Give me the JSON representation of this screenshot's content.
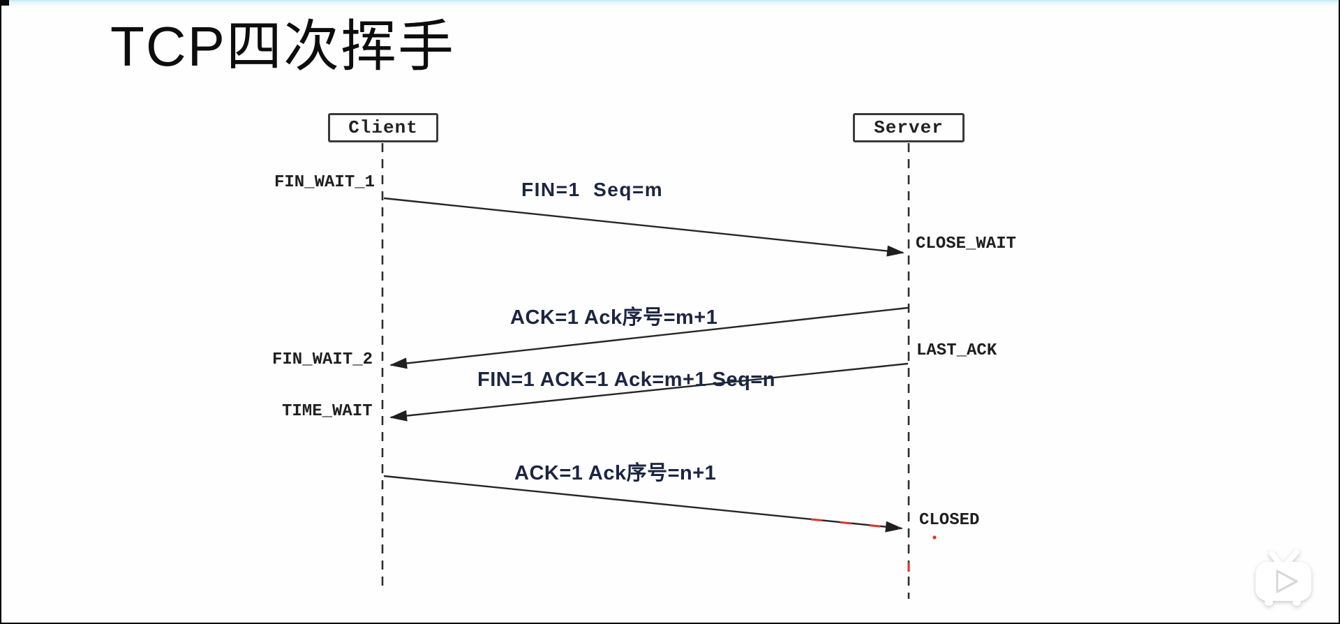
{
  "page": {
    "title": "TCP四次挥手"
  },
  "actors": {
    "client": "Client",
    "server": "Server"
  },
  "states": {
    "fin_wait_1": "FIN_WAIT_1",
    "close_wait": "CLOSE_WAIT",
    "fin_wait_2": "FIN_WAIT_2",
    "last_ack": "LAST_ACK",
    "time_wait": "TIME_WAIT",
    "closed": "CLOSED"
  },
  "messages": {
    "msg1": "FIN=1  Seq=m",
    "msg2": "ACK=1 Ack序号=m+1",
    "msg3": "FIN=1 ACK=1 Ack=m+1 Seq=n",
    "msg4": "ACK=1 Ack序号=n+1"
  },
  "icons": {
    "play": "tv-play-icon"
  },
  "colors": {
    "ink": "#2d2d2d",
    "message_text": "#1c2542",
    "state_text": "#1f1f1f",
    "highlight_red": "#d63a2e",
    "top_edge": "#c2ebf4"
  }
}
